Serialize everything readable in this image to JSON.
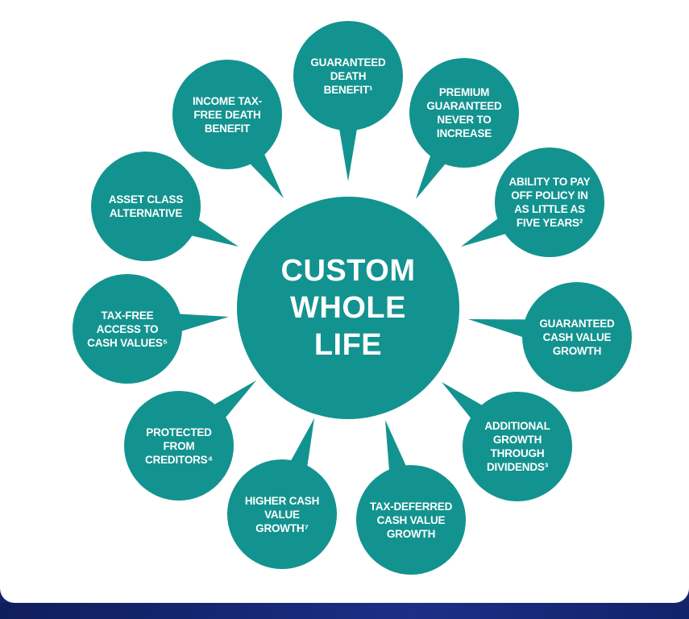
{
  "diagram": {
    "center": {
      "label": "CUSTOM\nWHOLE\nLIFE"
    },
    "nodes": [
      {
        "id": "guaranteed-death-benefit",
        "label": "GUARANTEED DEATH BENEFIT¹"
      },
      {
        "id": "premium-guaranteed",
        "label": "PREMIUM GUARANTEED NEVER TO INCREASE"
      },
      {
        "id": "ability-to-pay-off",
        "label": "ABILITY TO PAY OFF POLICY IN AS LITTLE AS FIVE YEARS²"
      },
      {
        "id": "guaranteed-cash-value-growth",
        "label": "GUARANTEED CASH VALUE GROWTH"
      },
      {
        "id": "additional-growth-dividends",
        "label": "ADDITIONAL GROWTH THROUGH DIVIDENDS³"
      },
      {
        "id": "tax-deferred-cash-value",
        "label": "TAX-DEFERRED CASH VALUE GROWTH"
      },
      {
        "id": "higher-cash-value-growth",
        "label": "HIGHER CASH VALUE GROWTH⁷"
      },
      {
        "id": "protected-from-creditors",
        "label": "PROTECTED FROM CREDITORS⁴"
      },
      {
        "id": "tax-free-access",
        "label": "TAX-FREE ACCESS TO CASH VALUES⁵"
      },
      {
        "id": "asset-class-alternative",
        "label": "ASSET CLASS ALTERNATIVE"
      },
      {
        "id": "income-tax-free-death-benefit",
        "label": "INCOME TAX-FREE DEATH BENEFIT"
      }
    ]
  },
  "colors": {
    "teal": "#13938f",
    "background": "#ffffff",
    "frame": "#14246b"
  }
}
